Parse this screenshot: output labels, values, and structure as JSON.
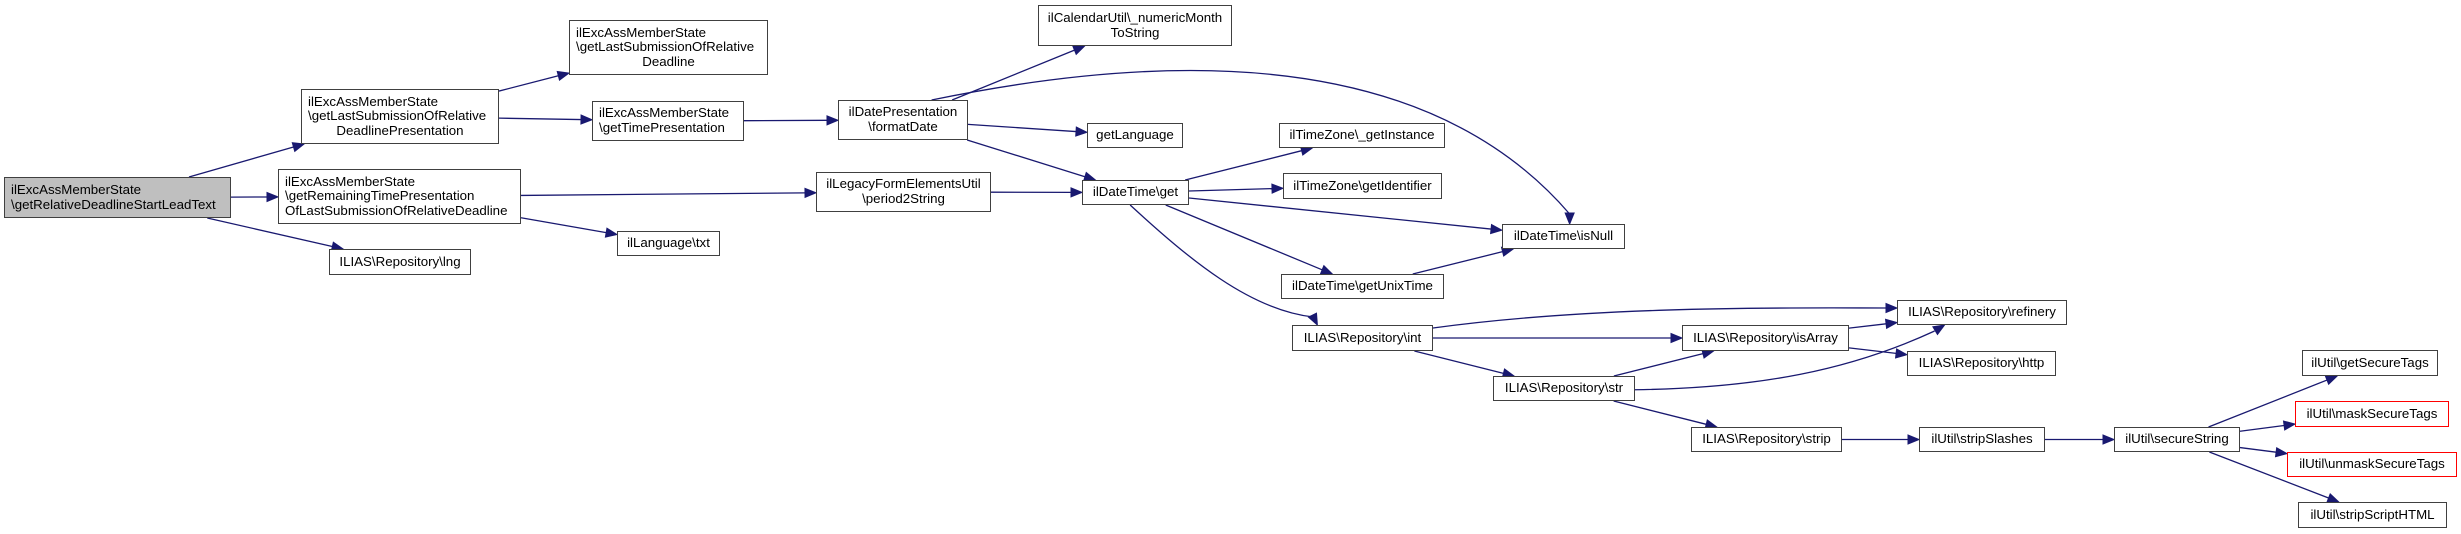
{
  "diagram": {
    "type": "call-graph",
    "edge_color": "#191970",
    "root_fill": "#bfbfbf",
    "missing_node_border": "#ff0000",
    "nodes": [
      {
        "id": "root",
        "lines": [
          "ilExcAssMemberState",
          "\\getRelativeDeadlineStartLeadText"
        ],
        "style": "root"
      },
      {
        "id": "lastSubPres",
        "lines": [
          "ilExcAssMemberState",
          "\\getLastSubmissionOfRelative",
          "DeadlinePresentation"
        ],
        "style": "normal"
      },
      {
        "id": "lastSub",
        "lines": [
          "ilExcAssMemberState",
          "\\getLastSubmissionOfRelative",
          "Deadline"
        ],
        "style": "normal"
      },
      {
        "id": "timePres",
        "lines": [
          "ilExcAssMemberState",
          "\\getTimePresentation"
        ],
        "style": "normal"
      },
      {
        "id": "remaining",
        "lines": [
          "ilExcAssMemberState",
          "\\getRemainingTimePresentation",
          "OfLastSubmissionOfRelativeDeadline"
        ],
        "style": "normal"
      },
      {
        "id": "lng",
        "lines": [
          "ILIAS\\Repository\\lng"
        ],
        "style": "normal"
      },
      {
        "id": "txt",
        "lines": [
          "ilLanguage\\txt"
        ],
        "style": "normal"
      },
      {
        "id": "formatDate",
        "lines": [
          "ilDatePresentation",
          "\\formatDate"
        ],
        "style": "normal"
      },
      {
        "id": "numMonth",
        "lines": [
          "ilCalendarUtil\\_numericMonth",
          "ToString"
        ],
        "style": "normal"
      },
      {
        "id": "getLanguage",
        "lines": [
          "getLanguage"
        ],
        "style": "normal"
      },
      {
        "id": "period2String",
        "lines": [
          "ilLegacyFormElementsUtil",
          "\\period2String"
        ],
        "style": "normal"
      },
      {
        "id": "dtGet",
        "lines": [
          "ilDateTime\\get"
        ],
        "style": "normal"
      },
      {
        "id": "tzInstance",
        "lines": [
          "ilTimeZone\\_getInstance"
        ],
        "style": "normal"
      },
      {
        "id": "tzIdentifier",
        "lines": [
          "ilTimeZone\\getIdentifier"
        ],
        "style": "normal"
      },
      {
        "id": "isNull",
        "lines": [
          "ilDateTime\\isNull"
        ],
        "style": "normal"
      },
      {
        "id": "unixTime",
        "lines": [
          "ilDateTime\\getUnixTime"
        ],
        "style": "normal"
      },
      {
        "id": "repoInt",
        "lines": [
          "ILIAS\\Repository\\int"
        ],
        "style": "normal"
      },
      {
        "id": "refinery",
        "lines": [
          "ILIAS\\Repository\\refinery"
        ],
        "style": "normal"
      },
      {
        "id": "isArray",
        "lines": [
          "ILIAS\\Repository\\isArray"
        ],
        "style": "normal"
      },
      {
        "id": "http",
        "lines": [
          "ILIAS\\Repository\\http"
        ],
        "style": "normal"
      },
      {
        "id": "repoStr",
        "lines": [
          "ILIAS\\Repository\\str"
        ],
        "style": "normal"
      },
      {
        "id": "strip",
        "lines": [
          "ILIAS\\Repository\\strip"
        ],
        "style": "normal"
      },
      {
        "id": "stripSlashes",
        "lines": [
          "ilUtil\\stripSlashes"
        ],
        "style": "normal"
      },
      {
        "id": "secureString",
        "lines": [
          "ilUtil\\secureString"
        ],
        "style": "normal"
      },
      {
        "id": "getSecureTags",
        "lines": [
          "ilUtil\\getSecureTags"
        ],
        "style": "normal"
      },
      {
        "id": "maskSecureTags",
        "lines": [
          "ilUtil\\maskSecureTags"
        ],
        "style": "missing"
      },
      {
        "id": "unmaskSecureTags",
        "lines": [
          "ilUtil\\unmaskSecureTags"
        ],
        "style": "missing"
      },
      {
        "id": "stripScriptHTML",
        "lines": [
          "ilUtil\\stripScriptHTML"
        ],
        "style": "normal"
      }
    ],
    "edges": [
      [
        "root",
        "lastSubPres"
      ],
      [
        "root",
        "remaining"
      ],
      [
        "root",
        "lng"
      ],
      [
        "lastSubPres",
        "lastSub"
      ],
      [
        "lastSubPres",
        "timePres"
      ],
      [
        "timePres",
        "formatDate"
      ],
      [
        "remaining",
        "period2String"
      ],
      [
        "remaining",
        "txt"
      ],
      [
        "formatDate",
        "numMonth"
      ],
      [
        "formatDate",
        "isNull"
      ],
      [
        "formatDate",
        "getLanguage"
      ],
      [
        "formatDate",
        "dtGet"
      ],
      [
        "period2String",
        "dtGet"
      ],
      [
        "dtGet",
        "tzInstance"
      ],
      [
        "dtGet",
        "tzIdentifier"
      ],
      [
        "dtGet",
        "isNull"
      ],
      [
        "dtGet",
        "unixTime"
      ],
      [
        "dtGet",
        "repoInt"
      ],
      [
        "unixTime",
        "isNull"
      ],
      [
        "repoInt",
        "refinery"
      ],
      [
        "repoInt",
        "isArray"
      ],
      [
        "repoInt",
        "repoStr"
      ],
      [
        "isArray",
        "refinery"
      ],
      [
        "isArray",
        "http"
      ],
      [
        "repoStr",
        "isArray"
      ],
      [
        "repoStr",
        "refinery"
      ],
      [
        "repoStr",
        "strip"
      ],
      [
        "strip",
        "stripSlashes"
      ],
      [
        "stripSlashes",
        "secureString"
      ],
      [
        "secureString",
        "getSecureTags"
      ],
      [
        "secureString",
        "maskSecureTags"
      ],
      [
        "secureString",
        "unmaskSecureTags"
      ],
      [
        "secureString",
        "stripScriptHTML"
      ]
    ]
  }
}
